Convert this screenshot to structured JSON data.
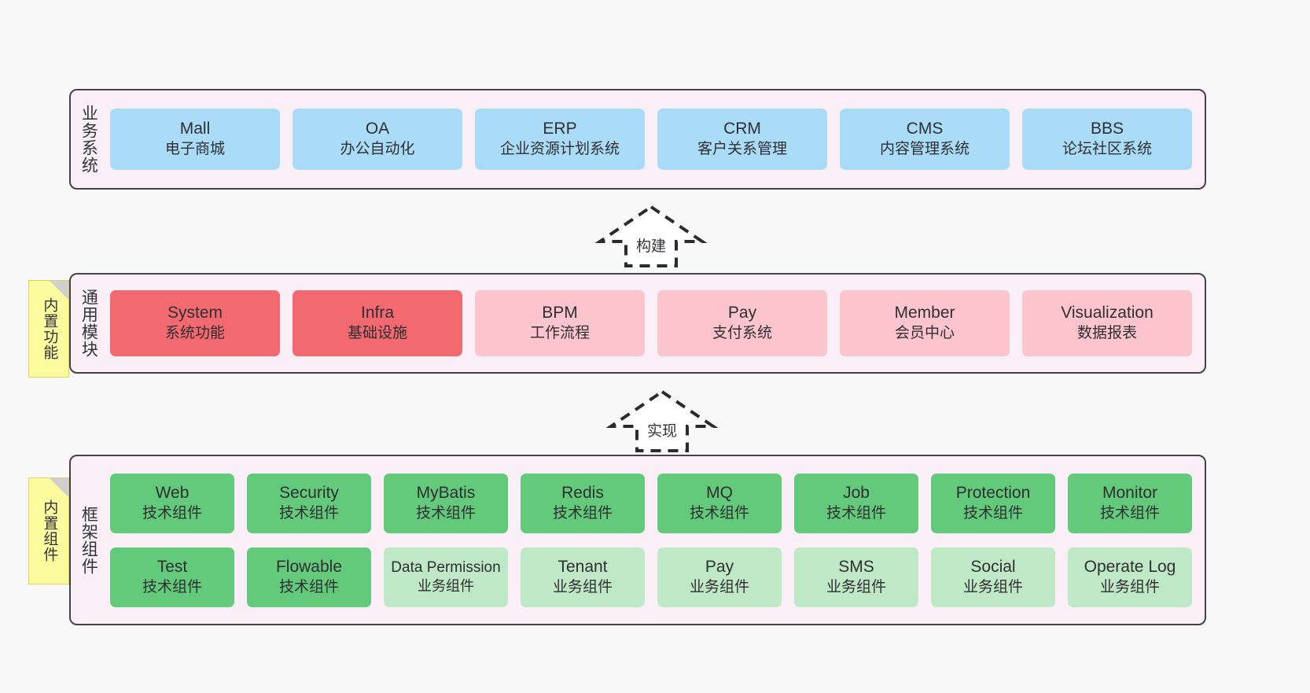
{
  "diagram": {
    "title": "ruoyi-vue-pro architecture layers",
    "background_color": "#f8f8f8",
    "layer_fill": "#faeef7",
    "layer_border": "#4a4048"
  },
  "layers": [
    {
      "id": "business-systems",
      "title": "业务系统",
      "sticky": null,
      "rows": [
        {
          "boxes": [
            {
              "en": "Mall",
              "cn": "电子商城",
              "color": "#aadcf8"
            },
            {
              "en": "OA",
              "cn": "办公自动化",
              "color": "#aadcf8"
            },
            {
              "en": "ERP",
              "cn": "企业资源计划系统",
              "color": "#aadcf8"
            },
            {
              "en": "CRM",
              "cn": "客户关系管理",
              "color": "#aadcf8"
            },
            {
              "en": "CMS",
              "cn": "内容管理系统",
              "color": "#aadcf8"
            },
            {
              "en": "BBS",
              "cn": "论坛社区系统",
              "color": "#aadcf8"
            }
          ]
        }
      ]
    },
    {
      "id": "common-modules",
      "title": "通用模块",
      "sticky": "内置功能",
      "rows": [
        {
          "boxes": [
            {
              "en": "System",
              "cn": "系统功能",
              "color": "#f26a6f"
            },
            {
              "en": "Infra",
              "cn": "基础设施",
              "color": "#f26a6f"
            },
            {
              "en": "BPM",
              "cn": "工作流程",
              "color": "#fcc5ce"
            },
            {
              "en": "Pay",
              "cn": "支付系统",
              "color": "#fcc5ce"
            },
            {
              "en": "Member",
              "cn": "会员中心",
              "color": "#fcc5ce"
            },
            {
              "en": "Visualization",
              "cn": "数据报表",
              "color": "#fcc5ce"
            }
          ]
        }
      ]
    },
    {
      "id": "framework-components",
      "title": "框架组件",
      "sticky": "内置组件",
      "rows": [
        {
          "boxes": [
            {
              "en": "Web",
              "cn": "技术组件",
              "color": "#63ca7b"
            },
            {
              "en": "Security",
              "cn": "技术组件",
              "color": "#63ca7b"
            },
            {
              "en": "MyBatis",
              "cn": "技术组件",
              "color": "#63ca7b"
            },
            {
              "en": "Redis",
              "cn": "技术组件",
              "color": "#63ca7b"
            },
            {
              "en": "MQ",
              "cn": "技术组件",
              "color": "#63ca7b"
            },
            {
              "en": "Job",
              "cn": "技术组件",
              "color": "#63ca7b"
            },
            {
              "en": "Protection",
              "cn": "技术组件",
              "color": "#63ca7b"
            },
            {
              "en": "Monitor",
              "cn": "技术组件",
              "color": "#63ca7b"
            }
          ]
        },
        {
          "boxes": [
            {
              "en": "Test",
              "cn": "技术组件",
              "color": "#63ca7b"
            },
            {
              "en": "Flowable",
              "cn": "技术组件",
              "color": "#63ca7b"
            },
            {
              "en": "Data Permission",
              "cn": "业务组件",
              "color": "#bfe8c6"
            },
            {
              "en": "Tenant",
              "cn": "业务组件",
              "color": "#bfe8c6"
            },
            {
              "en": "Pay",
              "cn": "业务组件",
              "color": "#bfe8c6"
            },
            {
              "en": "SMS",
              "cn": "业务组件",
              "color": "#bfe8c6"
            },
            {
              "en": "Social",
              "cn": "业务组件",
              "color": "#bfe8c6"
            },
            {
              "en": "Operate Log",
              "cn": "业务组件",
              "color": "#bfe8c6"
            }
          ]
        }
      ]
    }
  ],
  "connectors": [
    {
      "id": "build",
      "label": "构建"
    },
    {
      "id": "implement",
      "label": "实现"
    }
  ]
}
